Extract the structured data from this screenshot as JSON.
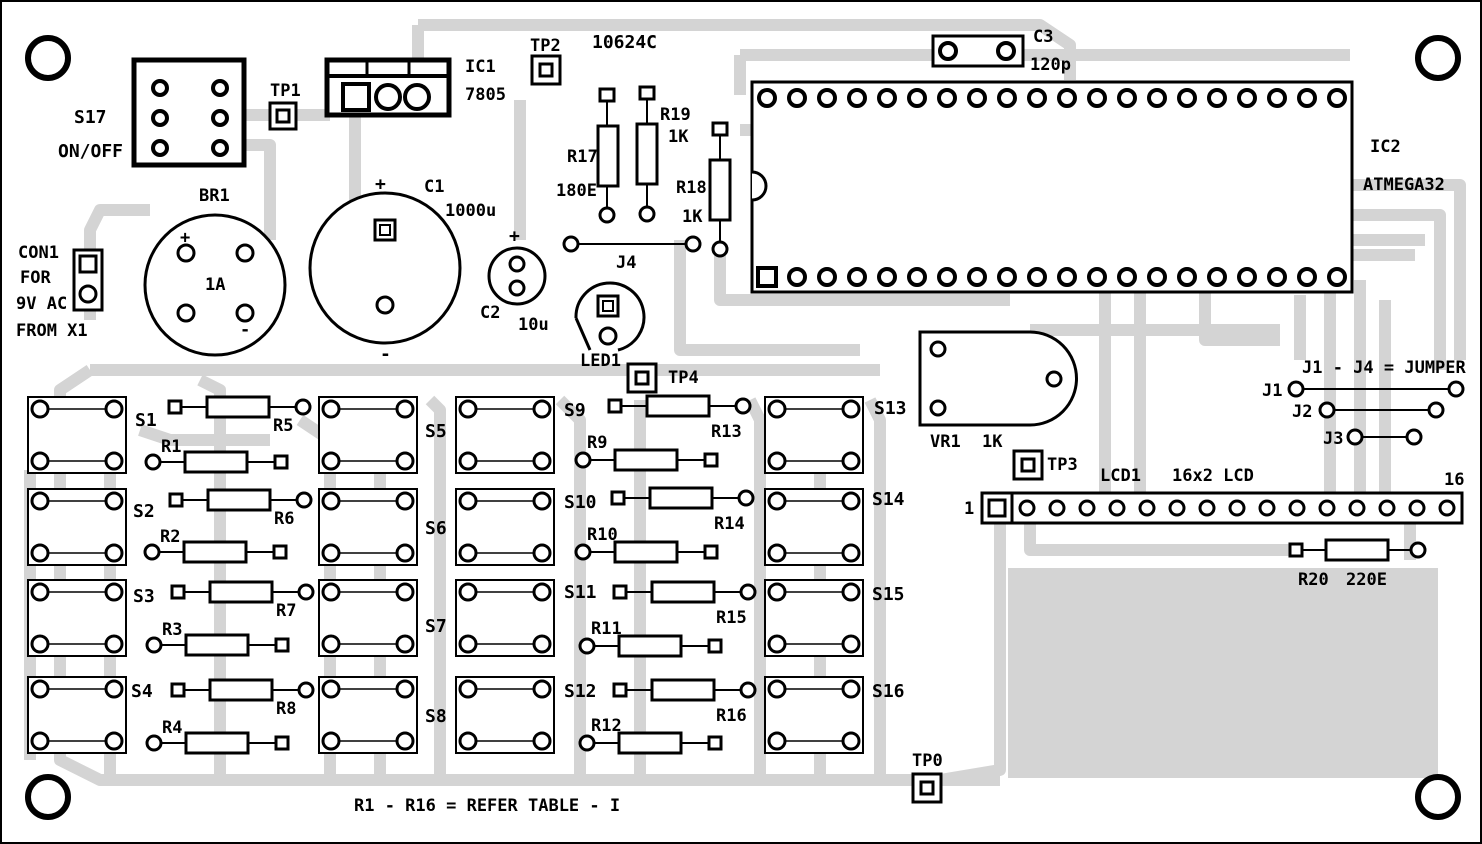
{
  "board_code": "10624C",
  "labels": {
    "s17": "S17",
    "onoff": "ON/OFF",
    "tp1": "TP1",
    "ic1": "IC1",
    "ic1_val": "7805",
    "tp2": "TP2",
    "c3": "C3",
    "c3_val": "120p",
    "ic2": "IC2",
    "ic2_val": "ATMEGA32",
    "br1": "BR1",
    "br1_val": "1A",
    "c1": "C1",
    "c1_val": "1000u",
    "con1_a": "CON1",
    "con1_b": "FOR",
    "con1_c": "9V AC",
    "con1_d": "FROM X1",
    "c2": "C2",
    "c2_val": "10u",
    "r17": "R17",
    "r17_val": "180E",
    "r19": "R19",
    "r19_val": "1K",
    "r18": "R18",
    "r18_val": "1K",
    "j4": "J4",
    "led1": "LED1",
    "tp4": "TP4",
    "vr1": "VR1",
    "vr1_val": "1K",
    "tp3": "TP3",
    "lcd1": "LCD1",
    "lcd_type": "16x2 LCD",
    "pin1": "1",
    "pin16": "16",
    "jumper_note": "J1 - J4 = JUMPER",
    "j1": "J1",
    "j2": "J2",
    "j3": "J3",
    "r20": "R20",
    "r20_val": "220E",
    "tp0": "TP0",
    "footnote": "R1 - R16 = REFER TABLE - I",
    "plus": "+",
    "minus": "-"
  },
  "switches": [
    "S1",
    "S2",
    "S3",
    "S4",
    "S5",
    "S6",
    "S7",
    "S8",
    "S9",
    "S10",
    "S11",
    "S12",
    "S13",
    "S14",
    "S15",
    "S16"
  ],
  "resistors": [
    "R1",
    "R2",
    "R3",
    "R4",
    "R5",
    "R6",
    "R7",
    "R8",
    "R9",
    "R10",
    "R11",
    "R12",
    "R13",
    "R14",
    "R15",
    "R16"
  ],
  "colors": {
    "track": "#d4d4d4",
    "ink": "#000000",
    "background": "#ffffff"
  }
}
